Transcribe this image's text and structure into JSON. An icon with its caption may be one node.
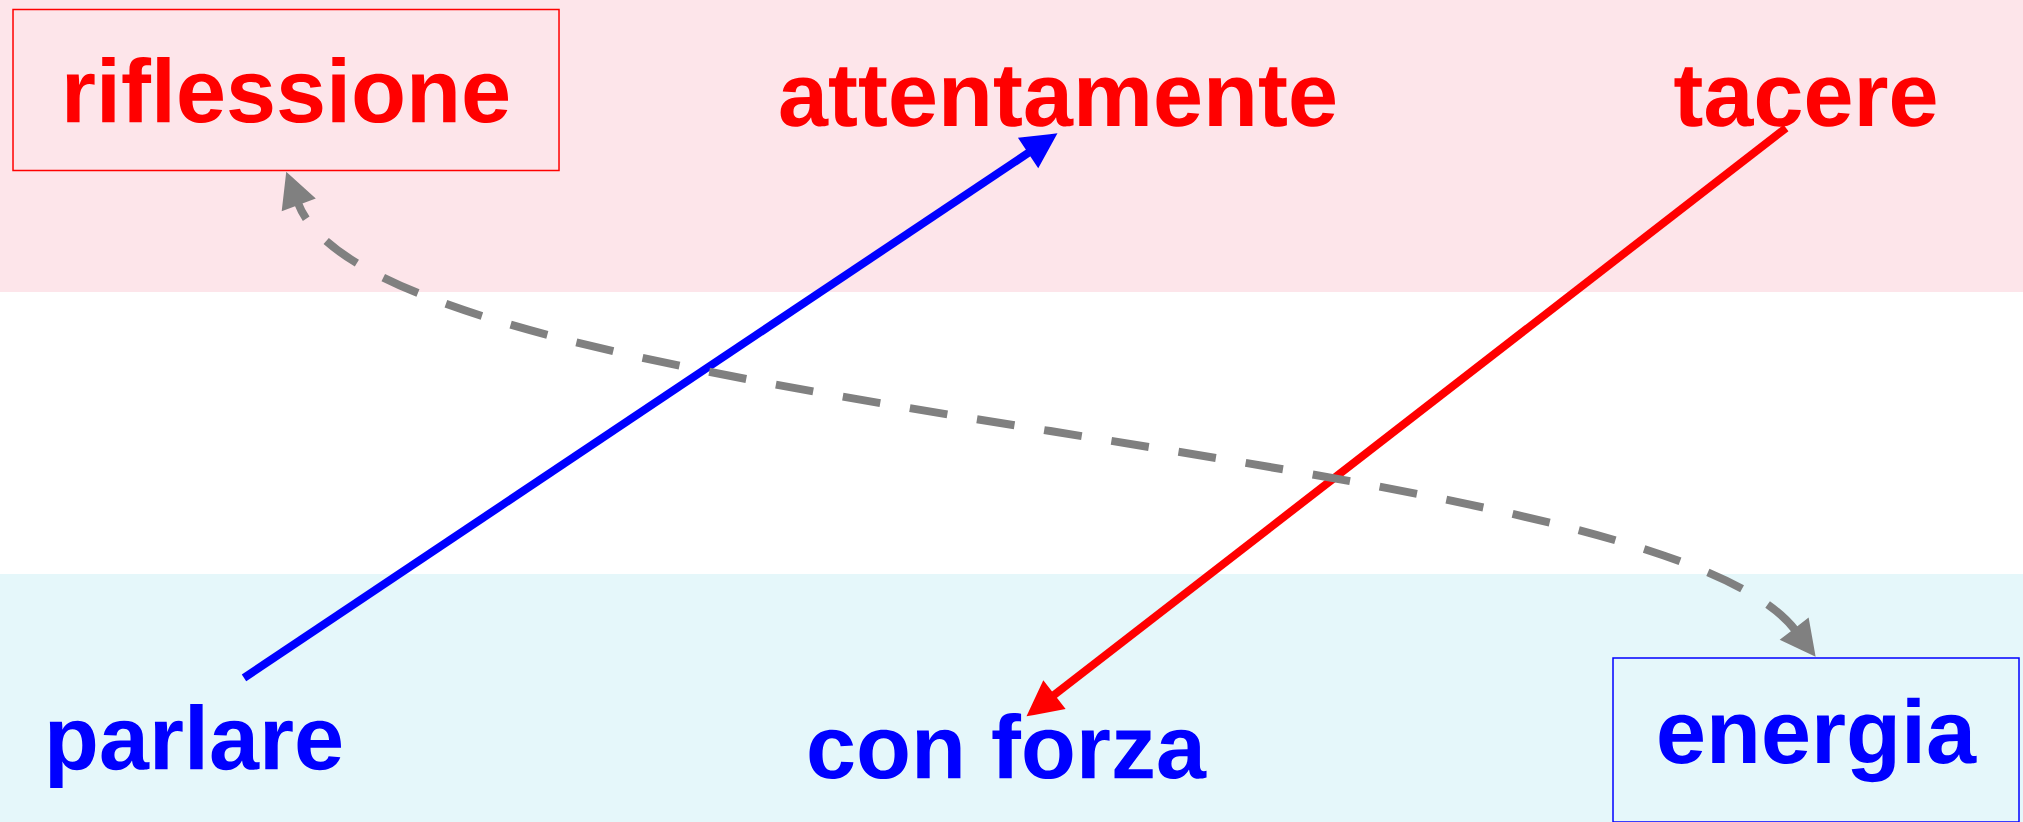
{
  "diagram": {
    "nodes": [
      {
        "text": [
          "riflessione"
        ]
      },
      {
        "text": [
          "attentamente"
        ]
      },
      {
        "text": [
          "tacere"
        ]
      },
      {
        "text": [
          "parlare"
        ]
      },
      {
        "text": [
          "con forza"
        ]
      },
      {
        "text": [
          "energia"
        ]
      }
    ],
    "edges": [
      {
        "from": 3,
        "to": 1,
        "arrow": "to",
        "color": "#0000ff"
      },
      {
        "from": 2,
        "to": 4,
        "arrow": "to",
        "color": "#ff0000"
      },
      {
        "from": 5,
        "to": 0,
        "arrow": "both",
        "style": "dashed",
        "color": "#808080"
      }
    ]
  }
}
